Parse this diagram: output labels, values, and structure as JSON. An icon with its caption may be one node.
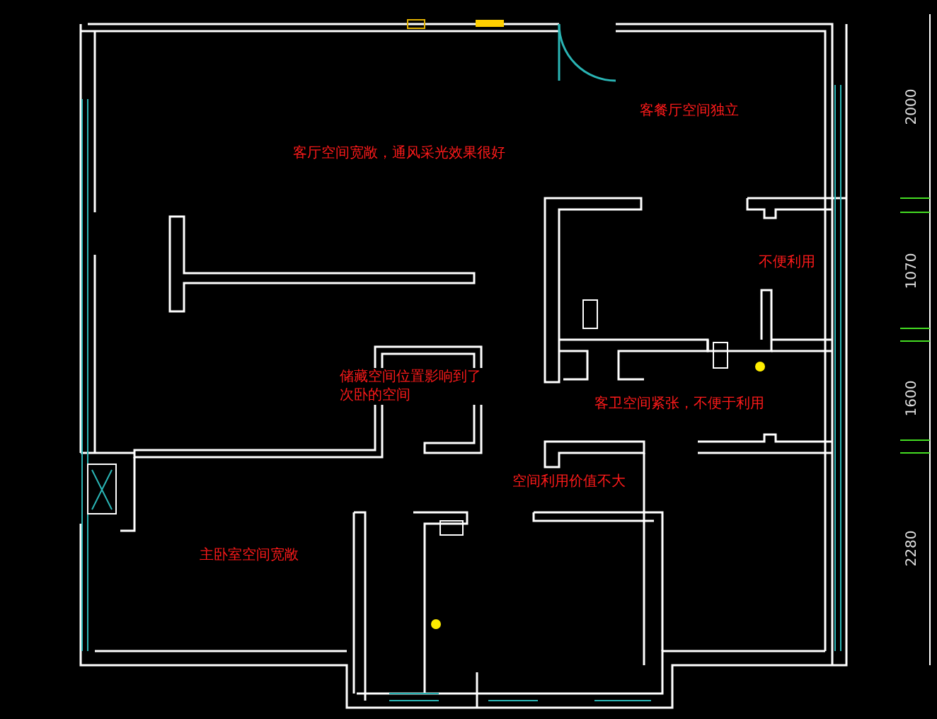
{
  "diagram": {
    "labels": [
      "客餐厅空间独立",
      "客厅空间宽敞，通风采光效果很好",
      "不便利用",
      "储藏空间位置影响到了次卧的空间",
      "客卫空间紧张，不便于利用",
      "空间利用价值不大",
      "主卧室空间宽敞",
      "2000",
      "1070",
      "1600",
      "2280"
    ]
  }
}
